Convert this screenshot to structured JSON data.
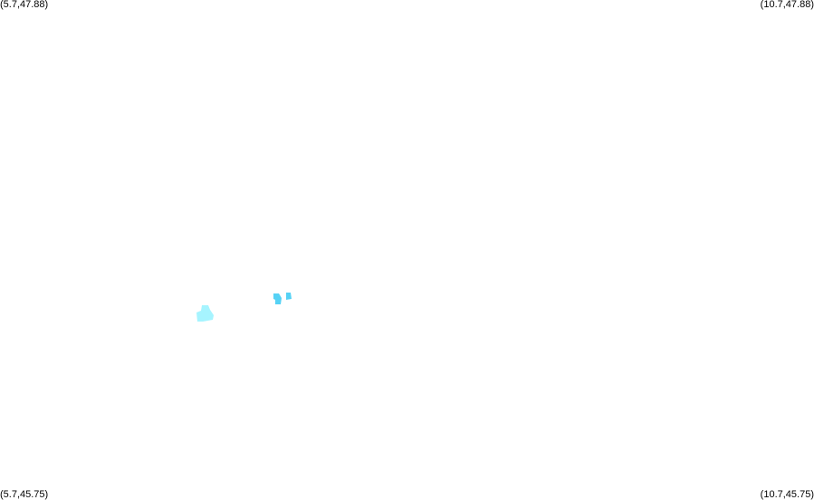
{
  "corner_labels": {
    "top_left": "(5.7,47.88)",
    "top_right": "(10.7,47.88)",
    "bottom_left": "(5.7,45.75)",
    "bottom_right": "(10.7,45.75)"
  },
  "extent": {
    "lon_min": 5.7,
    "lon_max": 10.7,
    "lat_min": 45.75,
    "lat_max": 47.88
  },
  "colors": {
    "background": "#ffffff",
    "light_cyan": "#a6f4ff",
    "sky_blue": "#56d2f5"
  }
}
